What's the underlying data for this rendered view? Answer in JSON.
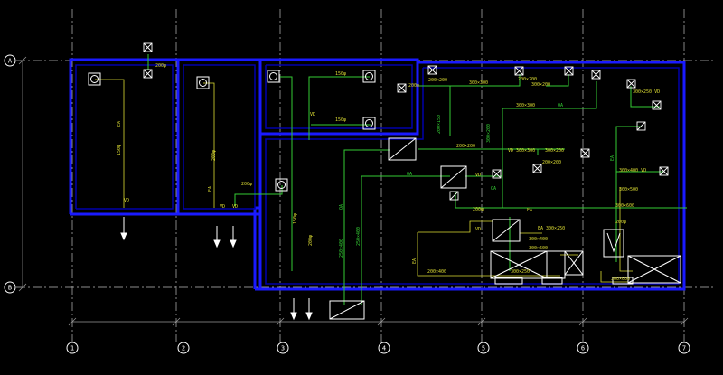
{
  "grid": {
    "row_bubbles": [
      "A",
      "B"
    ],
    "col_bubbles": [
      "1",
      "2",
      "3",
      "4",
      "5",
      "6",
      "7"
    ]
  },
  "colors": {
    "background": "#000000",
    "wall": "#1a1aff",
    "wall_inner": "#0000aa",
    "duct_green": "#33cc33",
    "equipment": "#ffffff",
    "yellow": "#dddd33",
    "grid_line": "#bbbbbb",
    "grid_red": "#cc3333"
  },
  "labels": {
    "l1": "200φ",
    "l2": "EA",
    "l3": "150φ",
    "l4": "VD",
    "l5": "200φ",
    "l6": "EA",
    "l7": "200φ",
    "l8": "VD",
    "l9": "VD",
    "l10": "150φ",
    "l11": "VD",
    "l12": "150φ",
    "l13": "150φ",
    "l14": "200φ",
    "l15": "OA",
    "l16": "250×400",
    "l17": "250×400",
    "l18": "OA",
    "l19": "200φ",
    "l20": "200×200",
    "l21": "300×300",
    "l22": "200×150",
    "l23": "200×200",
    "l24": "300×200",
    "l25": "300×300",
    "l26": "OA",
    "l27": "200×200",
    "l28": "300×200",
    "l29": "VD 300×300",
    "l30": "300×200",
    "l31": "VD",
    "l32": "200×200",
    "l33": "OA",
    "l34": "200φ",
    "l35": "EA",
    "l36": "VD",
    "l37": "EA 300×250",
    "l38": "300×400",
    "l39": "300×600",
    "l40": "200×400",
    "l41": "300×250",
    "l42": "EA",
    "l43": "300×250 VD",
    "l44": "300×400 VD",
    "l45": "300×500",
    "l46": "300×600",
    "l47": "200φ",
    "l48": "300×600",
    "l49": "EA"
  }
}
